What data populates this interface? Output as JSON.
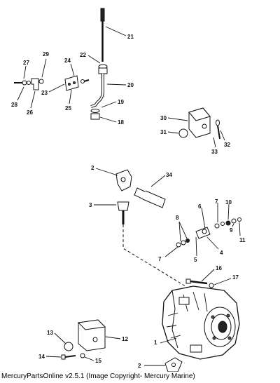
{
  "caption": "MercuryPartsOnline v2.5.1 (Image Copyright- Mercury Marine)",
  "callouts": [
    "21",
    "22",
    "20",
    "19",
    "18",
    "27",
    "29",
    "24",
    "28",
    "26",
    "23",
    "25",
    "30",
    "31",
    "33",
    "32",
    "2",
    "34",
    "3",
    "8",
    "6",
    "7",
    "10",
    "9",
    "11",
    "4",
    "7",
    "5",
    "16",
    "17",
    "13",
    "12",
    "14",
    "15",
    "1",
    "2"
  ]
}
